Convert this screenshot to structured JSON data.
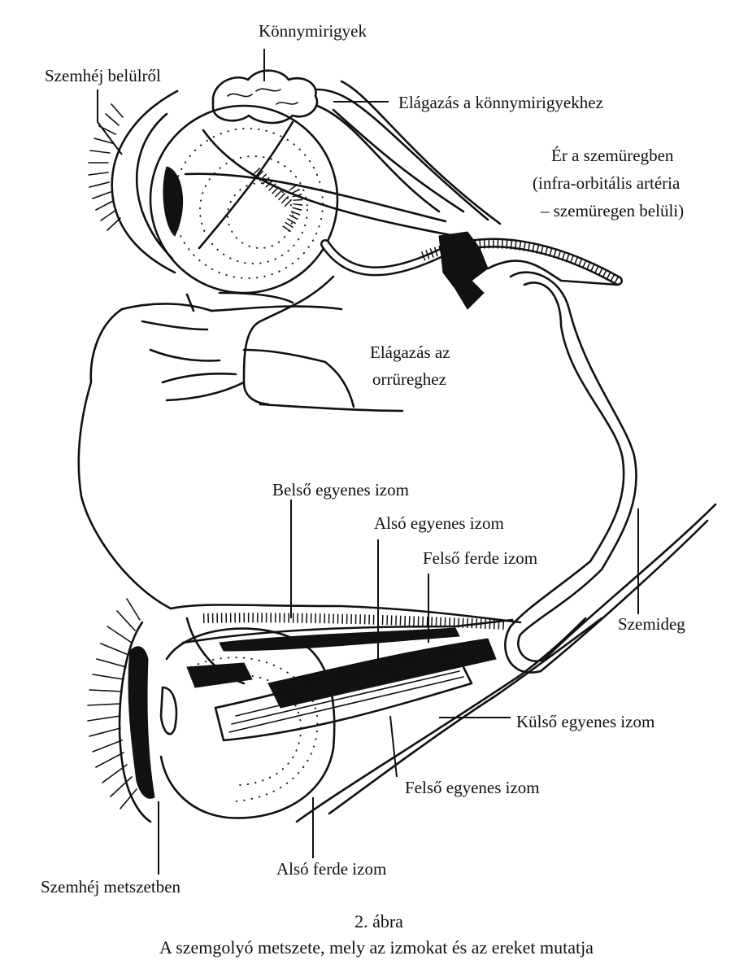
{
  "labels": {
    "konnymirigyek": "Könnymirigyek",
    "szemhej_belulrol": "Szemhéj belülről",
    "elagazas_konny": "Elágazás a könnymirigyekhez",
    "er_line1": "Ér a szemüregben",
    "er_line2": "(infra-orbitális artéria",
    "er_line3": "– szemüregen belüli)",
    "elagazas_orr_line1": "Elágazás az",
    "elagazas_orr_line2": "orrüreghez",
    "belso_egyenes": "Belső egyenes izom",
    "also_egyenes": "Alsó egyenes izom",
    "felso_ferde": "Felső ferde izom",
    "szemideg": "Szemideg",
    "kulso_egyenes": "Külső egyenes izom",
    "felso_egyenes": "Felső egyenes izom",
    "also_ferde": "Alsó ferde izom",
    "szemhej_metszet": "Szemhéj metszetben"
  },
  "caption": {
    "number": "2. ábra",
    "text": "A szemgolyó metszete, mely az izmokat és az ereket mutatja"
  }
}
